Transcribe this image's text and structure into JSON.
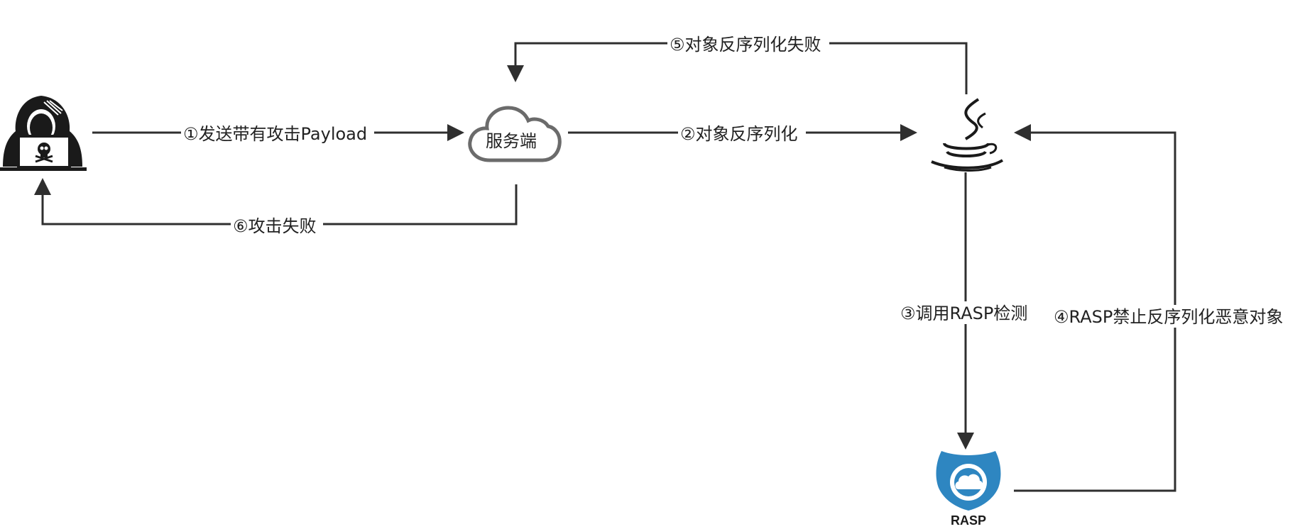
{
  "nodes": {
    "attacker": {
      "icon": "hacker-laptop-icon"
    },
    "server": {
      "label": "服务端",
      "icon": "cloud-icon"
    },
    "java": {
      "icon": "java-coffee-icon"
    },
    "rasp": {
      "label": "RASP",
      "icon": "rasp-shield-icon"
    }
  },
  "edges": {
    "step1": "①发送带有攻击Payload",
    "step2": "②对象反序列化",
    "step3": "③调用RASP检测",
    "step4": "④RASP禁止反序列化恶意对象",
    "step5": "⑤对象反序列化失败",
    "step6": "⑥攻击失败"
  },
  "colors": {
    "line": "#2f2f2f",
    "rasp_blue": "#2e86c1",
    "text": "#222222"
  }
}
